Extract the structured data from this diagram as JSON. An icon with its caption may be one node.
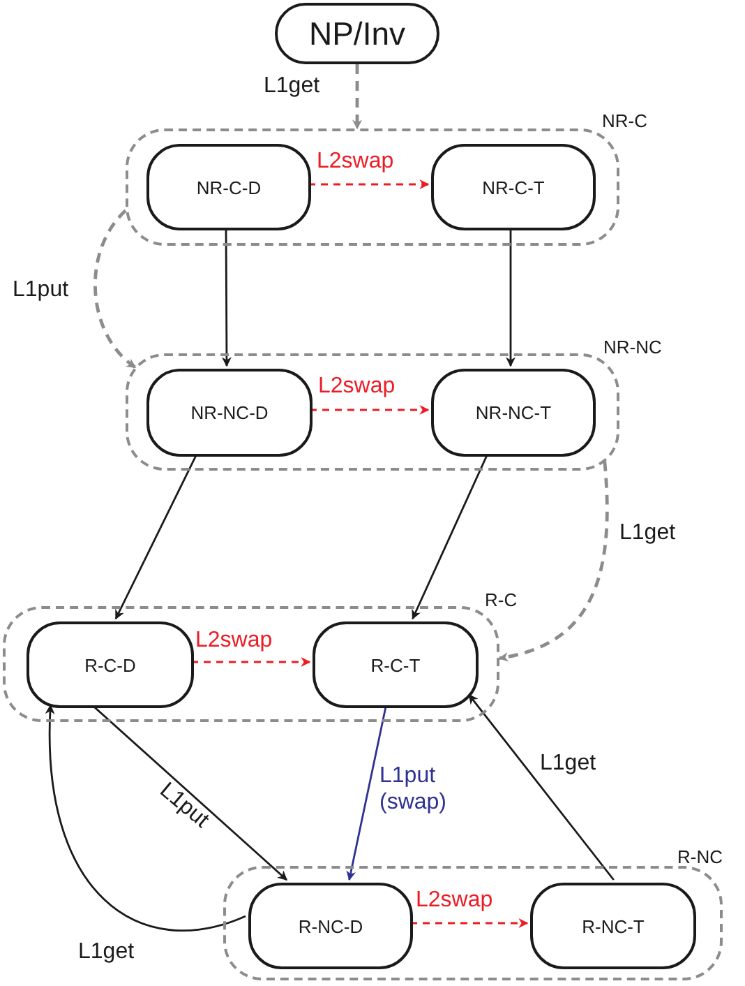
{
  "diagram": {
    "nodes": [
      {
        "text": [
          "NP/Inv"
        ]
      },
      {
        "text": [
          "NR-C"
        ]
      },
      {
        "text": [
          "NR-C-D"
        ],
        "in": 1
      },
      {
        "text": [
          "NR-C-T"
        ],
        "in": 1
      },
      {
        "text": [
          "NR-NC"
        ]
      },
      {
        "text": [
          "NR-NC-D"
        ],
        "in": 4
      },
      {
        "text": [
          "NR-NC-T"
        ],
        "in": 4
      },
      {
        "text": [
          "R-C"
        ]
      },
      {
        "text": [
          "R-C-D"
        ],
        "in": 7
      },
      {
        "text": [
          "R-C-T"
        ],
        "in": 7
      },
      {
        "text": [
          "R-NC"
        ]
      },
      {
        "text": [
          "R-NC-D"
        ],
        "in": 10
      },
      {
        "text": [
          "R-NC-T"
        ],
        "in": 10
      }
    ],
    "edges": [
      {
        "from": 0,
        "to": 1,
        "arrow": "to",
        "label": "L1get",
        "style": "dashed",
        "color": "#8c8c8c"
      },
      {
        "from": 1,
        "to": 4,
        "arrow": "to",
        "label": "L1put",
        "style": "dashed",
        "color": "#8c8c8c"
      },
      {
        "from": 2,
        "to": 3,
        "arrow": "to",
        "label": "L2swap",
        "style": "dashed",
        "color": "#ed1c24"
      },
      {
        "from": 2,
        "to": 5,
        "arrow": "to"
      },
      {
        "from": 3,
        "to": 6,
        "arrow": "to"
      },
      {
        "from": 5,
        "to": 6,
        "arrow": "to",
        "label": "L2swap",
        "style": "dashed",
        "color": "#ed1c24"
      },
      {
        "from": 5,
        "to": 8,
        "arrow": "to"
      },
      {
        "from": 6,
        "to": 9,
        "arrow": "to"
      },
      {
        "from": 4,
        "to": 7,
        "arrow": "to",
        "label": "L1get",
        "style": "dashed",
        "color": "#8c8c8c"
      },
      {
        "from": 8,
        "to": 9,
        "arrow": "to",
        "label": "L2swap",
        "style": "dashed",
        "color": "#ed1c24"
      },
      {
        "from": 8,
        "to": 11,
        "arrow": "to",
        "label": "L1put"
      },
      {
        "from": 9,
        "to": 11,
        "arrow": "to",
        "label": "L1put (swap)",
        "color": "#2e3192"
      },
      {
        "from": 12,
        "to": 9,
        "arrow": "to",
        "label": "L1get"
      },
      {
        "from": 11,
        "to": 8,
        "arrow": "to",
        "label": "L1get"
      },
      {
        "from": 11,
        "to": 12,
        "arrow": "to",
        "label": "L2swap",
        "style": "dashed",
        "color": "#ed1c24"
      }
    ]
  }
}
